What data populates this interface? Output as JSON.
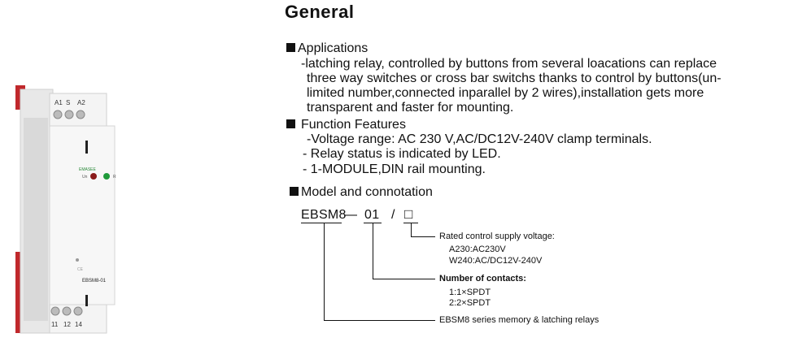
{
  "title": "General",
  "applications": {
    "heading": "Applications",
    "lines": [
      "-latching relay, controlled by buttons from several loacations can replace",
      "three way switches or cross bar switchs thanks to control by buttons(un-",
      "limited number,connected inparallel by 2 wires),installation gets more",
      "transparent and faster for mounting."
    ]
  },
  "function_features": {
    "heading": "Function Features",
    "lines": [
      "-Voltage range: AC 230 V,AC/DC12V-240V clamp terminals.",
      "- Relay status is indicated by LED.",
      "- 1-MODULE,DIN rail mounting."
    ]
  },
  "model": {
    "heading": "Model and connotation",
    "code": "EBSM8",
    "dash": "—",
    "contacts_code": "01",
    "slash": "/",
    "box": "□",
    "voltage_title": "Rated control supply voltage:",
    "voltage_options": [
      "A230:AC230V",
      "W240:AC/DC12V-240V"
    ],
    "contacts_title": "Number of contacts:",
    "contacts_options": [
      "1:1×SPDT",
      "2:2×SPDT"
    ],
    "series_desc": "EBSM8 series memory & latching relays"
  },
  "device": {
    "top_terminals": [
      "A1",
      "S",
      "A2"
    ],
    "bottom_terminals": [
      "11",
      "12",
      "14"
    ],
    "brand": "EMASEE",
    "led_left": "Un",
    "led_right": "R",
    "model_label": "EBSM8-01"
  }
}
